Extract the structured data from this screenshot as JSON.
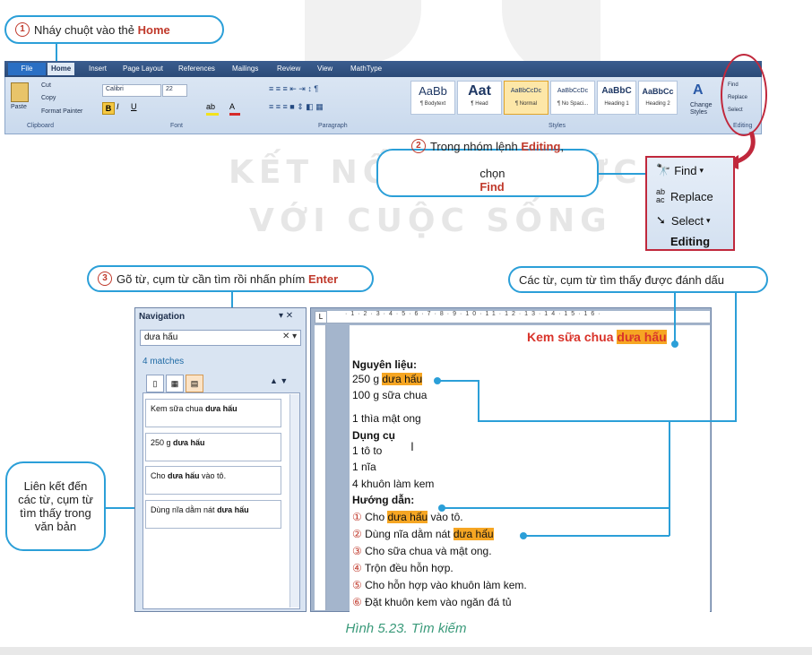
{
  "callouts": {
    "c1": {
      "num": "1",
      "text": "Nháy chuột vào thẻ ",
      "key": "Home"
    },
    "c2": {
      "num": "2",
      "text1": "Trong nhóm lệnh ",
      "key1": "Editing",
      "text2": ",",
      "text3": "chọn ",
      "key2": "Find"
    },
    "c3": {
      "num": "3",
      "text": "Gõ từ, cụm từ cần tìm rồi nhấn phím ",
      "key": "Enter"
    },
    "c4": {
      "text": "Các từ, cụm từ tìm thấy được đánh dấu"
    },
    "c5": {
      "line1": "Liên kết đến",
      "line2": "các từ, cụm từ",
      "line3": "tìm thấy trong",
      "line4": "văn bản"
    }
  },
  "watermark": {
    "line1": "KẾT NỐI TRI THỨC",
    "line2": "VỚI CUỘC SỐNG"
  },
  "ribbon": {
    "tabs": [
      "File",
      "Home",
      "Insert",
      "Page Layout",
      "References",
      "Mailings",
      "Review",
      "View",
      "MathType"
    ],
    "clipboard": {
      "paste": "Paste",
      "cut": "Cut",
      "copy": "Copy",
      "painter": "Format Painter",
      "label": "Clipboard"
    },
    "font": {
      "name": "Calibri",
      "size": "22",
      "label": "Font"
    },
    "paragraph": {
      "label": "Paragraph"
    },
    "styles": {
      "label": "Styles",
      "items": [
        {
          "preview": "AaBb",
          "name": "¶ Bodytext"
        },
        {
          "preview": "Aat",
          "name": "¶ Head"
        },
        {
          "preview": "AaBbCcDc",
          "name": "¶ Normal"
        },
        {
          "preview": "AaBbCcDc",
          "name": "¶ No Spaci..."
        },
        {
          "preview": "AaBbC",
          "name": "Heading 1"
        },
        {
          "preview": "AaBbCc",
          "name": "Heading 2"
        }
      ],
      "change": "Change Styles"
    },
    "editing": {
      "find": "Find",
      "replace": "Replace",
      "select": "Select",
      "label": "Editing"
    }
  },
  "editing_zoom": {
    "find": "Find",
    "replace": "Replace",
    "select": "Select",
    "label": "Editing"
  },
  "navigation": {
    "title": "Navigation",
    "search_value": "dưa hấu",
    "matches": "4 matches",
    "results": [
      {
        "pre": "Kem sữa chua ",
        "match": "dưa hấu",
        "post": ""
      },
      {
        "pre": "250 g ",
        "match": "dưa hấu",
        "post": ""
      },
      {
        "pre": "Cho ",
        "match": "dưa hấu",
        "post": " vào tô."
      },
      {
        "pre": "Dùng nĩa dằm nát ",
        "match": "dưa hấu",
        "post": ""
      }
    ]
  },
  "document": {
    "title_pre": "Kem sữa chua ",
    "title_match": "dưa hấu",
    "ingredients_heading": "Nguyên liệu:",
    "ing1_pre": "250 g ",
    "ing1_match": "dưa hấu",
    "ing2": "100 g sữa chua",
    "ing3": "1 thìa mật ong",
    "tools_heading": "Dụng cụ",
    "tool1": "1 tô to",
    "tool2": "1 nĩa",
    "tool3": "4 khuôn làm kem",
    "steps_heading": "Hướng dẫn:",
    "steps": [
      {
        "num": "①",
        "pre": "Cho ",
        "match": "dưa hấu",
        "post": " vào tô."
      },
      {
        "num": "②",
        "pre": "Dùng nĩa dằm nát ",
        "match": "dưa hấu",
        "post": ""
      },
      {
        "num": "③",
        "pre": "Cho sữa chua và mật ong.",
        "match": "",
        "post": ""
      },
      {
        "num": "④",
        "pre": "Trộn đều hỗn hợp.",
        "match": "",
        "post": ""
      },
      {
        "num": "⑤",
        "pre": "Cho hỗn hợp vào khuôn làm kem.",
        "match": "",
        "post": ""
      },
      {
        "num": "⑥",
        "pre": "Đặt khuôn kem vào ngăn đá tủ",
        "match": "",
        "post": ""
      }
    ]
  },
  "caption": "Hình 5.23. Tìm kiếm",
  "colors": {
    "accent": "#2b9fd8",
    "highlight": "#f6a623",
    "key_red": "#c0392b",
    "caption": "#3a9a7a"
  }
}
